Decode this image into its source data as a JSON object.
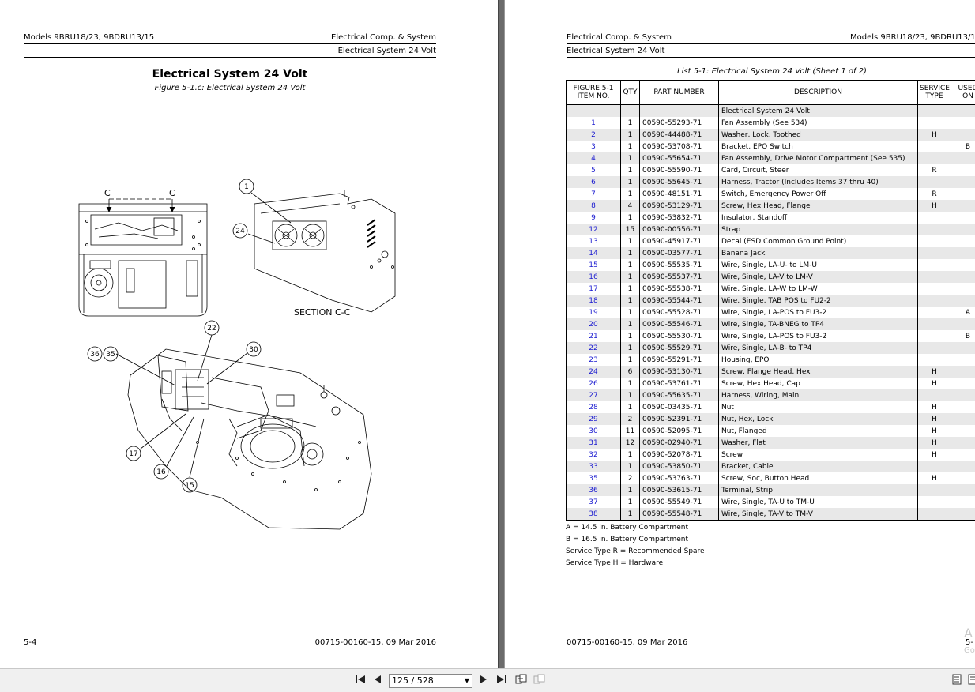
{
  "left_page": {
    "header_left": "Models 9BRU18/23, 9BDRU13/15",
    "header_right_1": "Electrical Comp. & System",
    "header_right_2": "Electrical System 24 Volt",
    "title": "Electrical System 24 Volt",
    "figure_caption": "Figure 5-1.c: Electrical System 24 Volt",
    "drawing": {
      "section_marks": [
        "C",
        "C"
      ],
      "section_label": "SECTION C-C",
      "callouts": [
        "1",
        "24",
        "22",
        "30",
        "36",
        "35",
        "17",
        "16",
        "15"
      ]
    },
    "footer_left": "5-4",
    "footer_right": "00715-00160-15, 09 Mar 2016"
  },
  "right_page": {
    "header_left_1": "Electrical Comp. & System",
    "header_left_2": "Electrical System 24 Volt",
    "header_right": "Models 9BRU18/23, 9BDRU13/1",
    "list_title": "List 5-1: Electrical System 24 Volt (Sheet 1 of 2)",
    "columns": {
      "item": "FIGURE 5-1 ITEM NO.",
      "qty": "QTY",
      "part": "PART NUMBER",
      "desc": "DESCRIPTION",
      "svc": "SERVICE TYPE",
      "used": "USED ON"
    },
    "rows": [
      {
        "item": "",
        "qty": "",
        "part": "",
        "desc": "Electrical System 24 Volt",
        "svc": "",
        "used": ""
      },
      {
        "item": "1",
        "qty": "1",
        "part": "00590-55293-71",
        "desc": "Fan Assembly (See 534)",
        "svc": "",
        "used": ""
      },
      {
        "item": "2",
        "qty": "1",
        "part": "00590-44488-71",
        "desc": "Washer, Lock, Toothed",
        "svc": "H",
        "used": ""
      },
      {
        "item": "3",
        "qty": "1",
        "part": "00590-53708-71",
        "desc": "Bracket, EPO Switch",
        "svc": "",
        "used": "B"
      },
      {
        "item": "4",
        "qty": "1",
        "part": "00590-55654-71",
        "desc": "Fan Assembly, Drive Motor Compartment (See 535)",
        "svc": "",
        "used": ""
      },
      {
        "item": "5",
        "qty": "1",
        "part": "00590-55590-71",
        "desc": "Card, Circuit, Steer",
        "svc": "R",
        "used": ""
      },
      {
        "item": "6",
        "qty": "1",
        "part": "00590-55645-71",
        "desc": "Harness, Tractor (Includes Items 37 thru 40)",
        "svc": "",
        "used": ""
      },
      {
        "item": "7",
        "qty": "1",
        "part": "00590-48151-71",
        "desc": "Switch, Emergency Power Off",
        "svc": "R",
        "used": ""
      },
      {
        "item": "8",
        "qty": "4",
        "part": "00590-53129-71",
        "desc": "Screw, Hex Head, Flange",
        "svc": "H",
        "used": ""
      },
      {
        "item": "9",
        "qty": "1",
        "part": "00590-53832-71",
        "desc": "Insulator, Standoff",
        "svc": "",
        "used": ""
      },
      {
        "item": "12",
        "qty": "15",
        "part": "00590-00556-71",
        "desc": "Strap",
        "svc": "",
        "used": ""
      },
      {
        "item": "13",
        "qty": "1",
        "part": "00590-45917-71",
        "desc": "Decal (ESD Common Ground Point)",
        "svc": "",
        "used": ""
      },
      {
        "item": "14",
        "qty": "1",
        "part": "00590-03577-71",
        "desc": "Banana Jack",
        "svc": "",
        "used": ""
      },
      {
        "item": "15",
        "qty": "1",
        "part": "00590-55535-71",
        "desc": "Wire, Single, LA-U- to LM-U",
        "svc": "",
        "used": ""
      },
      {
        "item": "16",
        "qty": "1",
        "part": "00590-55537-71",
        "desc": "Wire, Single, LA-V to LM-V",
        "svc": "",
        "used": ""
      },
      {
        "item": "17",
        "qty": "1",
        "part": "00590-55538-71",
        "desc": "Wire, Single, LA-W to LM-W",
        "svc": "",
        "used": ""
      },
      {
        "item": "18",
        "qty": "1",
        "part": "00590-55544-71",
        "desc": "Wire, Single, TAB POS to FU2-2",
        "svc": "",
        "used": ""
      },
      {
        "item": "19",
        "qty": "1",
        "part": "00590-55528-71",
        "desc": "Wire, Single, LA-POS to FU3-2",
        "svc": "",
        "used": "A"
      },
      {
        "item": "20",
        "qty": "1",
        "part": "00590-55546-71",
        "desc": "Wire, Single, TA-BNEG to TP4",
        "svc": "",
        "used": ""
      },
      {
        "item": "21",
        "qty": "1",
        "part": "00590-55530-71",
        "desc": "Wire, Single, LA-POS to FU3-2",
        "svc": "",
        "used": "B"
      },
      {
        "item": "22",
        "qty": "1",
        "part": "00590-55529-71",
        "desc": "Wire, Single, LA-B- to TP4",
        "svc": "",
        "used": ""
      },
      {
        "item": "23",
        "qty": "1",
        "part": "00590-55291-71",
        "desc": "Housing, EPO",
        "svc": "",
        "used": ""
      },
      {
        "item": "24",
        "qty": "6",
        "part": "00590-53130-71",
        "desc": "Screw, Flange Head, Hex",
        "svc": "H",
        "used": ""
      },
      {
        "item": "26",
        "qty": "1",
        "part": "00590-53761-71",
        "desc": "Screw, Hex Head, Cap",
        "svc": "H",
        "used": ""
      },
      {
        "item": "27",
        "qty": "1",
        "part": "00590-55635-71",
        "desc": "Harness, Wiring, Main",
        "svc": "",
        "used": ""
      },
      {
        "item": "28",
        "qty": "1",
        "part": "00590-03435-71",
        "desc": "Nut",
        "svc": "H",
        "used": ""
      },
      {
        "item": "29",
        "qty": "2",
        "part": "00590-52391-71",
        "desc": "Nut, Hex, Lock",
        "svc": "H",
        "used": ""
      },
      {
        "item": "30",
        "qty": "11",
        "part": "00590-52095-71",
        "desc": "Nut, Flanged",
        "svc": "H",
        "used": ""
      },
      {
        "item": "31",
        "qty": "12",
        "part": "00590-02940-71",
        "desc": "Washer, Flat",
        "svc": "H",
        "used": ""
      },
      {
        "item": "32",
        "qty": "1",
        "part": "00590-52078-71",
        "desc": "Screw",
        "svc": "H",
        "used": ""
      },
      {
        "item": "33",
        "qty": "1",
        "part": "00590-53850-71",
        "desc": "Bracket, Cable",
        "svc": "",
        "used": ""
      },
      {
        "item": "35",
        "qty": "2",
        "part": "00590-53763-71",
        "desc": "Screw, Soc, Button Head",
        "svc": "H",
        "used": ""
      },
      {
        "item": "36",
        "qty": "1",
        "part": "00590-53615-71",
        "desc": "Terminal, Strip",
        "svc": "",
        "used": ""
      },
      {
        "item": "37",
        "qty": "1",
        "part": "00590-55549-71",
        "desc": "Wire, Single, TA-U to TM-U",
        "svc": "",
        "used": ""
      },
      {
        "item": "38",
        "qty": "1",
        "part": "00590-55548-71",
        "desc": "Wire, Single, TA-V to TM-V",
        "svc": "",
        "used": ""
      }
    ],
    "notes": [
      "A = 14.5 in. Battery Compartment",
      "B = 16.5 in. Battery Compartment",
      "Service Type R = Recommended Spare",
      "Service Type H = Hardware"
    ],
    "footer_left": "00715-00160-15, 09 Mar 2016",
    "footer_right": "5-",
    "watermark_1": "A",
    "watermark_2": "Go"
  },
  "toolbar": {
    "page_indicator": "125 / 528",
    "icons": [
      "first-page-icon",
      "previous-page-icon",
      "next-page-icon",
      "last-page-icon",
      "two-page-view-icon",
      "continuous-view-icon",
      "single-page-icon",
      "two-page-icon"
    ]
  }
}
